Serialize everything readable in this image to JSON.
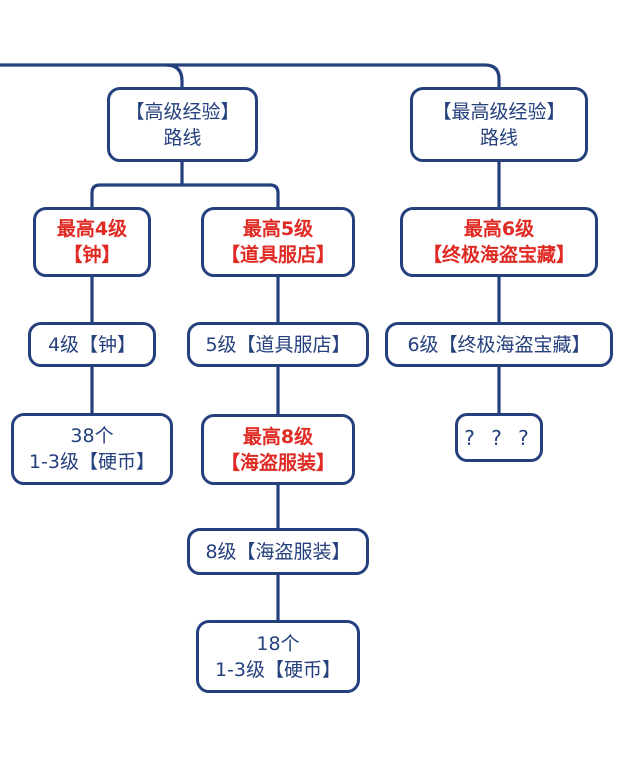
{
  "page": {
    "background": "#ffffff"
  },
  "flowchart": {
    "colors": {
      "line_navy": "#24407d",
      "text_red": "#e02b25",
      "node_background": "#ffffff"
    },
    "nodes": {
      "route_advanced": {
        "line1": "【高级经验】",
        "line2": "路线"
      },
      "route_supreme": {
        "line1": "【最高级经验】",
        "line2": "路线"
      },
      "max4_bell": {
        "line1": "最高4级",
        "line2": "【钟】"
      },
      "max5_prop_shop": {
        "line1": "最高5级",
        "line2": "【道具服店】"
      },
      "max6_treasure": {
        "line1": "最高6级",
        "line2": "【终极海盗宝藏】"
      },
      "lv4_bell": {
        "label": "4级【钟】"
      },
      "lv5_prop_shop": {
        "label": "5级【道具服店】"
      },
      "lv6_treasure": {
        "label": "6级【终极海盗宝藏】"
      },
      "coins_38": {
        "line1": "38个",
        "line2": "1-3级【硬币】"
      },
      "max8_pirate_costume": {
        "line1": "最高8级",
        "line2": "【海盗服装】"
      },
      "unknown": {
        "label": "? ? ?"
      },
      "lv8_pirate_costume": {
        "label": "8级【海盗服装】"
      },
      "coins_18": {
        "line1": "18个",
        "line2": "1-3级【硬币】"
      }
    }
  }
}
